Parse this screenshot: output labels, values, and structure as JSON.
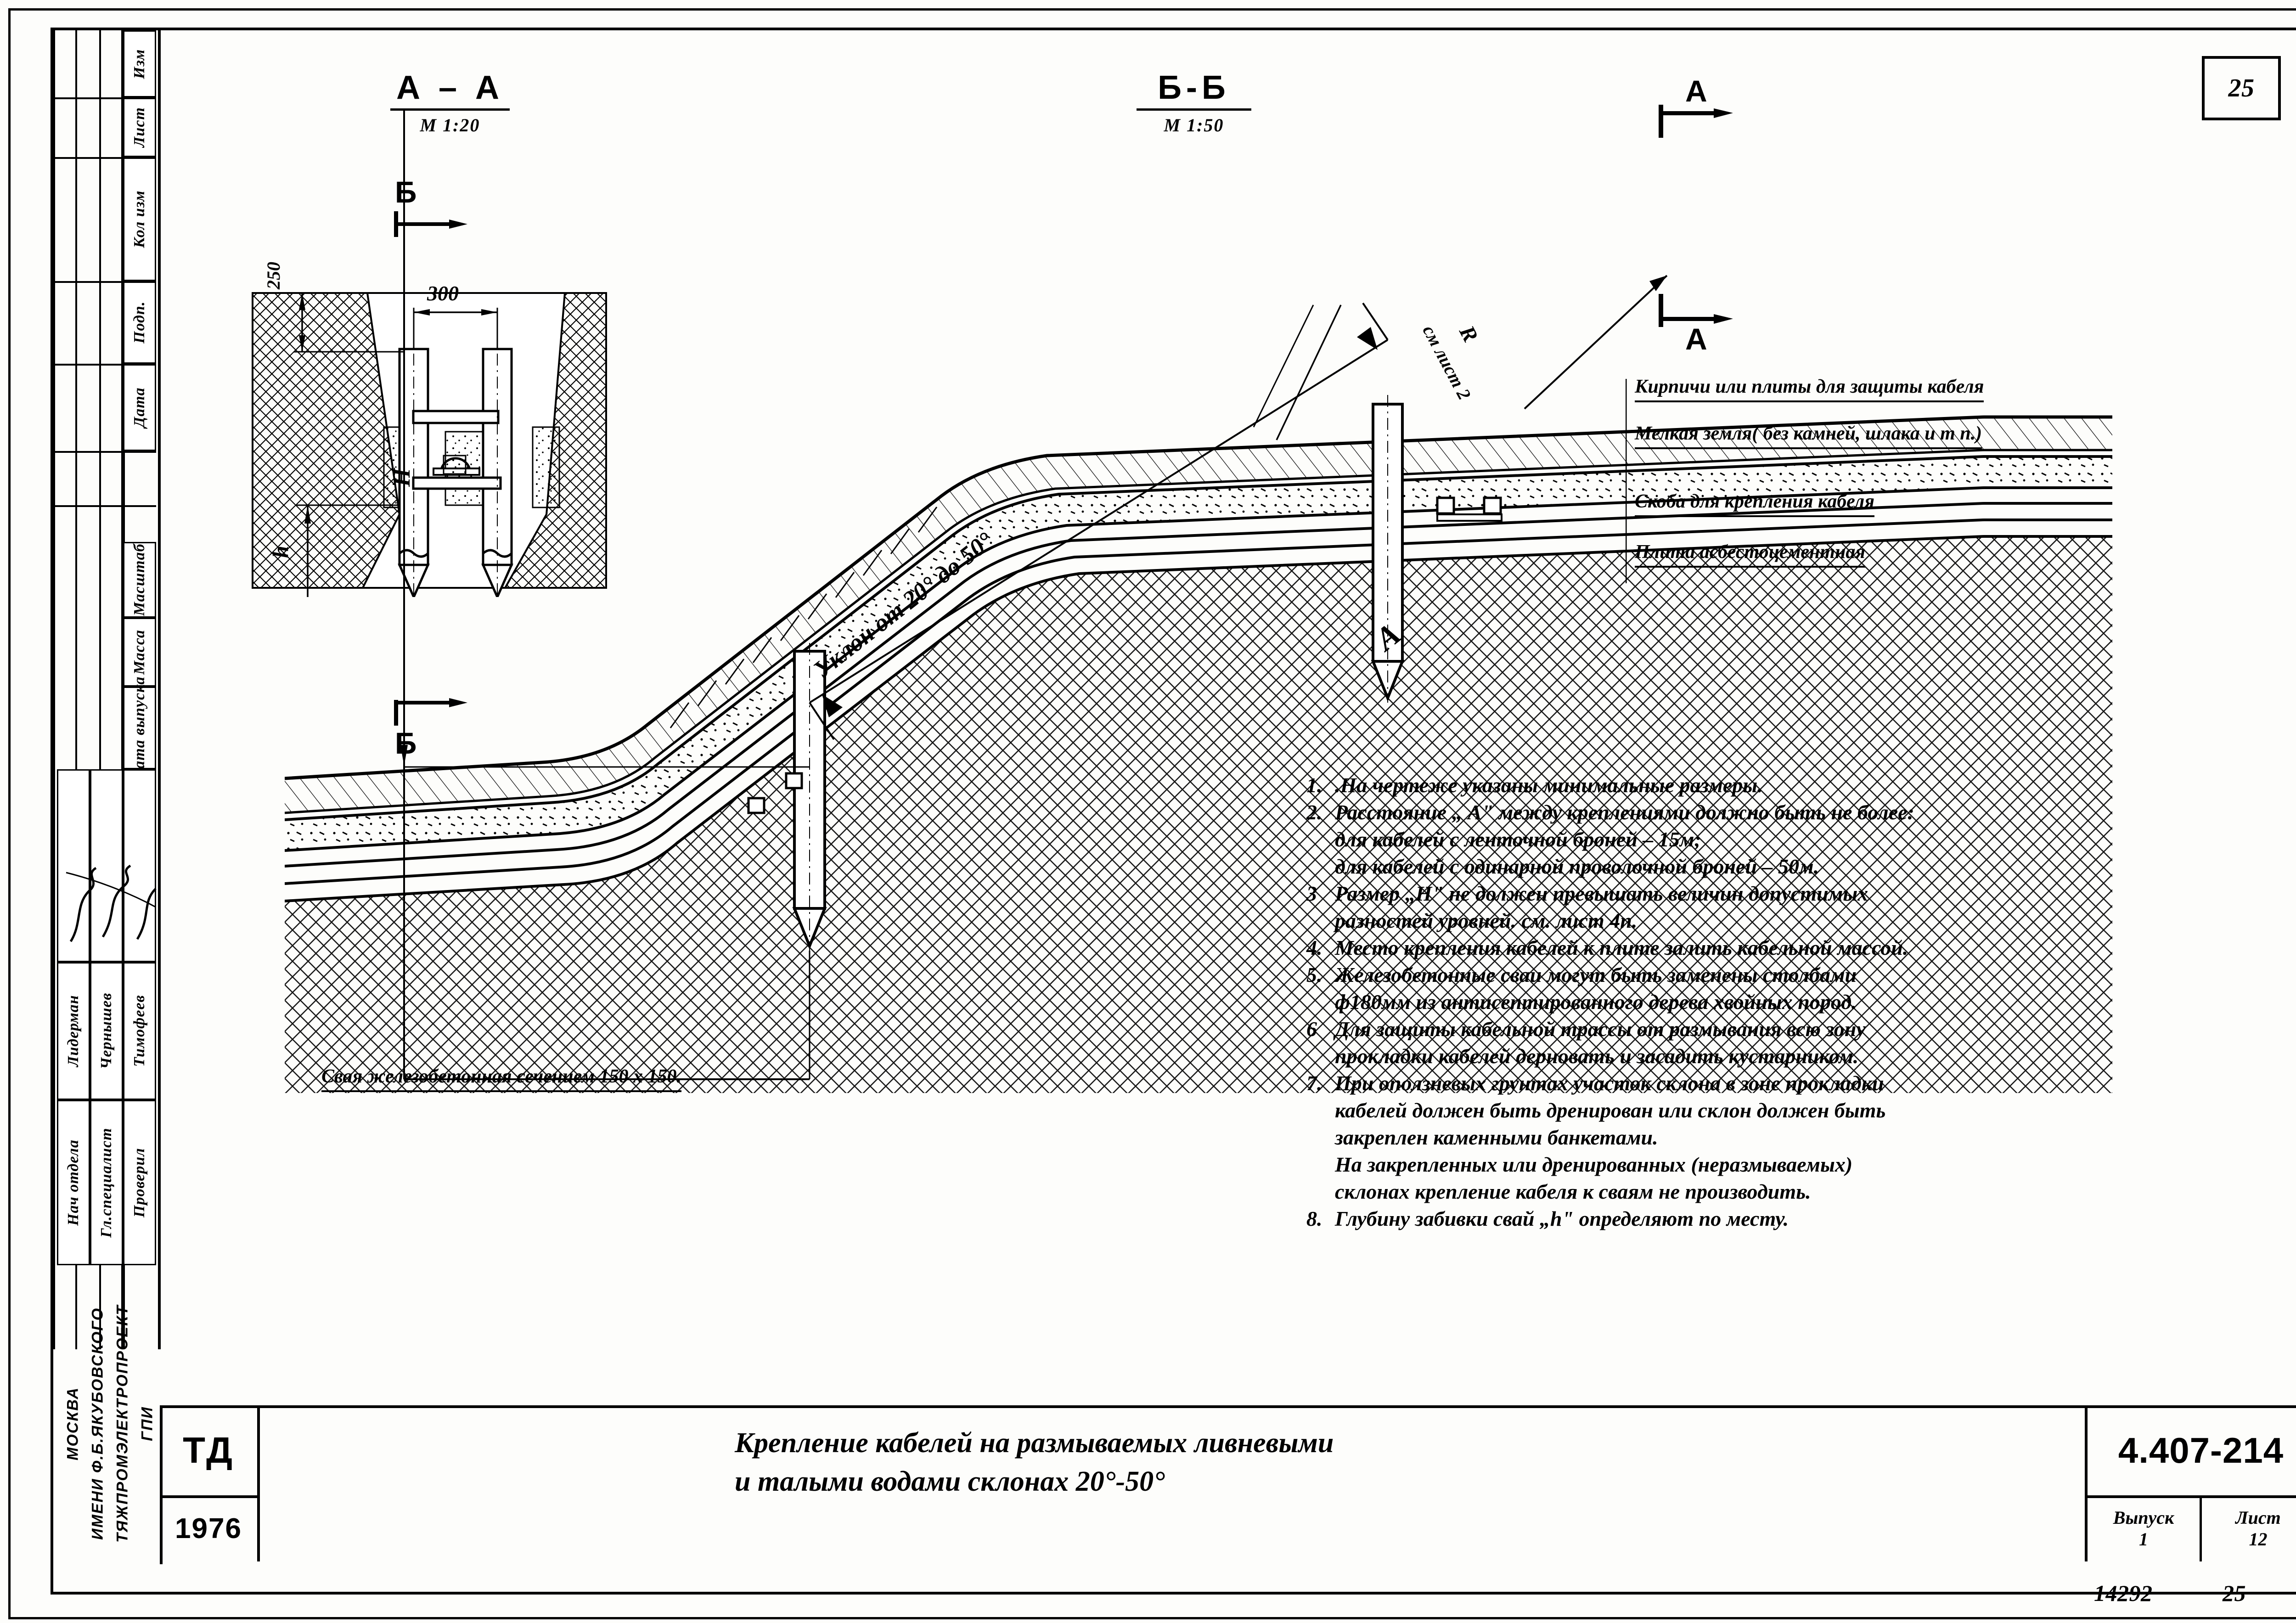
{
  "sheet": {
    "corner_page_number": "25",
    "bottom_drawing_number": "14292",
    "bottom_sheet_number": "25"
  },
  "revision_strip": {
    "headers": [
      "Изм",
      "Лист",
      "Кол изм",
      "Подп.",
      "Дата"
    ]
  },
  "title_block": {
    "left_labels": [
      "Масштаб",
      "Масса",
      "Дата выпуска"
    ],
    "roles": [
      "Проверил",
      "Гл.специалист",
      "Нач отдела"
    ],
    "names": [
      "Тимофеев",
      "Чернышев",
      "Лидерман"
    ],
    "org_lines": [
      "ГПИ",
      "ТЯЖПРОМЭЛЕКТРОПРОЕКТ",
      "ИМЕНИ Ф.Б.ЯКУБОВСКОГО",
      "МОСКВА"
    ],
    "stamp_code": "ТД",
    "stamp_year": "1976",
    "drawing_title_line1": "Крепление  кабелей на размываемых ливневыми",
    "drawing_title_line2": "и талыми водами склонах 20°-50°",
    "series_number": "4.407-214",
    "issue_label": "Выпуск",
    "issue_value": "1",
    "sheet_label": "Лист",
    "sheet_value": "12"
  },
  "section_aa": {
    "title": "А – А",
    "scale": "М 1:20",
    "marker_top": "Б",
    "marker_bottom": "Б",
    "dim_depth": "250",
    "dim_width": "300",
    "dim_h": "h"
  },
  "section_bb": {
    "title": "Б-Б",
    "scale": "М 1:50",
    "marker_top": "А",
    "marker_bottom": "А",
    "dim_H": "Н",
    "dim_A": "А",
    "slope_label": "Уклон от 20° до 50°",
    "radius_label": "R",
    "radius_ref": "см лист 2",
    "pile_note": "Свая железобетонная сечением 150 x 150."
  },
  "callouts": [
    "Кирпичи или плиты для  защиты кабеля",
    "Мелкая земля( без камней, шлака и т п.)",
    "Скоба  для  крепления  кабеля",
    "Плита  асбестоцементная"
  ],
  "notes": [
    {
      "num": "1.",
      "lines": [
        ".На чертеже указаны минимальные  размеры."
      ]
    },
    {
      "num": "2.",
      "lines": [
        "Расстояние „ А\" между креплениями должно быть не более:",
        "для кабелей  с ленточной броней – 15м;",
        "для кабелей  с одинарной проволочной броней – 50м."
      ]
    },
    {
      "num": "3",
      "lines": [
        "Размер „Н\" не должен превышать величин допустимых",
        "разностей уровней. см. лист 4п."
      ]
    },
    {
      "num": "4.",
      "lines": [
        "Место крепления кабелей к плите залить кабельной массой."
      ]
    },
    {
      "num": "5.",
      "lines": [
        "Железобетонные  сваи могут быть  заменены столбами",
        "ф180мм из антисептированного дерева хвойных пород."
      ]
    },
    {
      "num": "6",
      "lines": [
        "Для защиты кабельной трассы от размывания всю зону",
        "прокладки кабелей дерновать и засадить кустарником."
      ]
    },
    {
      "num": "7.",
      "lines": [
        "При оползневых грунтах участок склона в зоне прокладки",
        "кабелей должен быть дренирован или склон  должен быть",
        "закреплен  каменными банкетами.",
        "  На закрепленных или дренированных (неразмываемых)",
        "склонах  крепление кабеля к сваям не производить."
      ]
    },
    {
      "num": "8.",
      "lines": [
        "Глубину  забивки свай „h\" определяют  по месту."
      ]
    }
  ]
}
